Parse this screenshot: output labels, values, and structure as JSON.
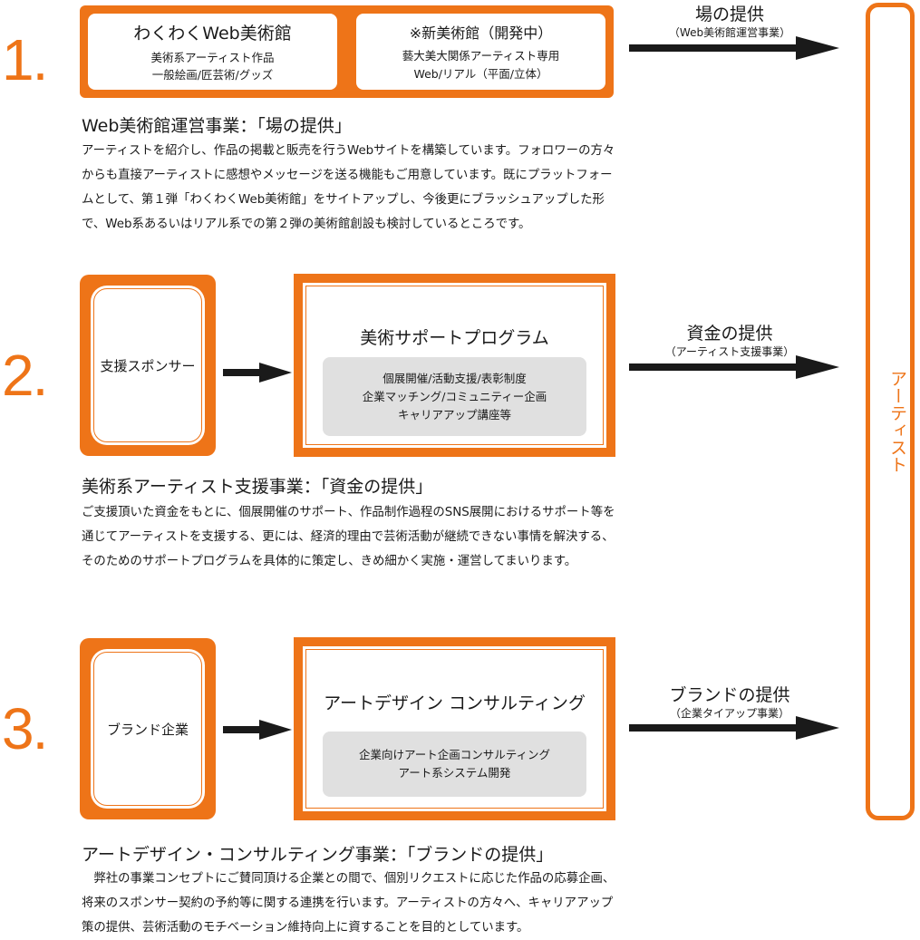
{
  "colors": {
    "accent": "#ee7418",
    "text": "#1a1a1a",
    "grey_panel": "#e0e0e0"
  },
  "sections": [
    {
      "number": "1.",
      "boxes": [
        {
          "title": "わくわくWeb美術館",
          "lines": [
            "美術系アーティスト作品",
            "一般絵画/匠芸術/グッズ"
          ]
        },
        {
          "title": "※新美術館（開発中）",
          "lines": [
            "藝大美大関係アーティスト専用",
            "Web/リアル（平面/立体）"
          ]
        }
      ],
      "supply": {
        "main": "場の提供",
        "sub": "（Web美術館運営事業）"
      },
      "heading": "Web美術館運営事業：「場の提供」",
      "paragraph": "アーティストを紹介し、作品の掲載と販売を行うWebサイトを構築しています。フォロワーの方々からも直接アーティストに感想やメッセージを送る機能もご用意しています。既にプラットフォームとして、第１弾「わくわくWeb美術館」をサイトアップし、今後更にブラッシュアップした形で、Web系あるいはリアル系での第２弾の美術館創設も検討しているところです。"
    },
    {
      "number": "2.",
      "card": "支援スポンサー",
      "program": {
        "title": "美術サポートプログラム",
        "lines": [
          "個展開催/活動支援/表彰制度",
          "企業マッチング/コミュニティー企画",
          "キャリアアップ講座等"
        ]
      },
      "supply": {
        "main": "資金の提供",
        "sub": "（アーティスト支援事業）"
      },
      "heading": "美術系アーティスト支援事業：「資金の提供」",
      "paragraph": "ご支援頂いた資金をもとに、個展開催のサポート、作品制作過程のSNS展開におけるサポート等を通じてアーティストを支援する、更には、経済的理由で芸術活動が継続できない事情を解決する、そのためのサポートプログラムを具体的に策定し、きめ細かく実施・運営してまいります。"
    },
    {
      "number": "3.",
      "card": "ブランド企業",
      "program": {
        "title": "アートデザイン コンサルティング",
        "lines": [
          "企業向けアート企画コンサルティング",
          "アート系システム開発"
        ]
      },
      "supply": {
        "main": "ブランドの提供",
        "sub": "（企業タイアップ事業）"
      },
      "heading": "アートデザイン・コンサルティング事業：「ブランドの提供」",
      "paragraph": "　弊社の事業コンセプトにご賛同頂ける企業との間で、個別リクエストに応じた作品の応募企画、将来のスポンサー契約の予約等に関する連携を行います。アーティストの方々へ、キャリアアップ策の提供、芸術活動のモチベーション維持向上に資することを目的としています。"
    }
  ],
  "artist": "アーティスト"
}
